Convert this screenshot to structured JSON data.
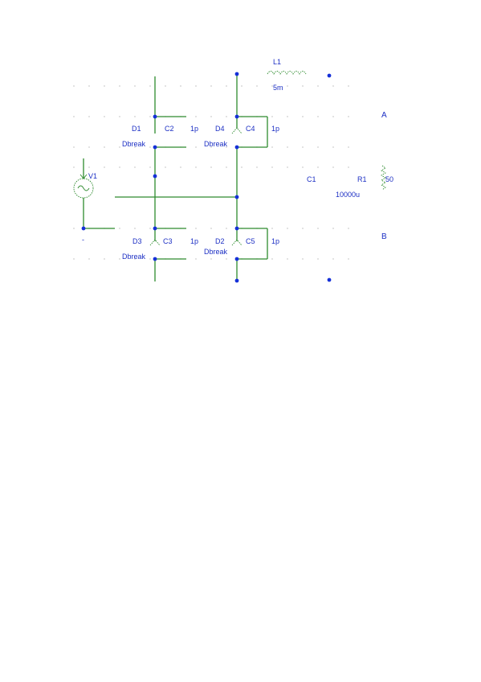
{
  "labels": {
    "l1_ref": "L1",
    "l1_val": "5m",
    "d1_ref": "D1",
    "d1_model": "Dbreak",
    "c2_ref": "C2",
    "c2_val": "1p",
    "d4_ref": "D4",
    "d4_model": "Dbreak",
    "c4_ref": "C4",
    "c4_val": "1p",
    "v1_ref": "V1",
    "c1_ref": "C1",
    "c1_val": "10000u",
    "r1_ref": "R1",
    "r1_val": "50",
    "d3_ref": "D3",
    "d3_model": "Dbreak",
    "c3_ref": "C3",
    "c3_val": "1p",
    "d2_ref": "D2",
    "d2_model": "Dbreak",
    "c5_ref": "C5",
    "c5_val": "1p",
    "node_a": "A",
    "node_b": "B",
    "gnd_mark": "-"
  },
  "colors": {
    "wire": "#2e8b2e",
    "label": "#1c2fc4",
    "node": "#1530d8",
    "grid": "#b8b8b8"
  }
}
